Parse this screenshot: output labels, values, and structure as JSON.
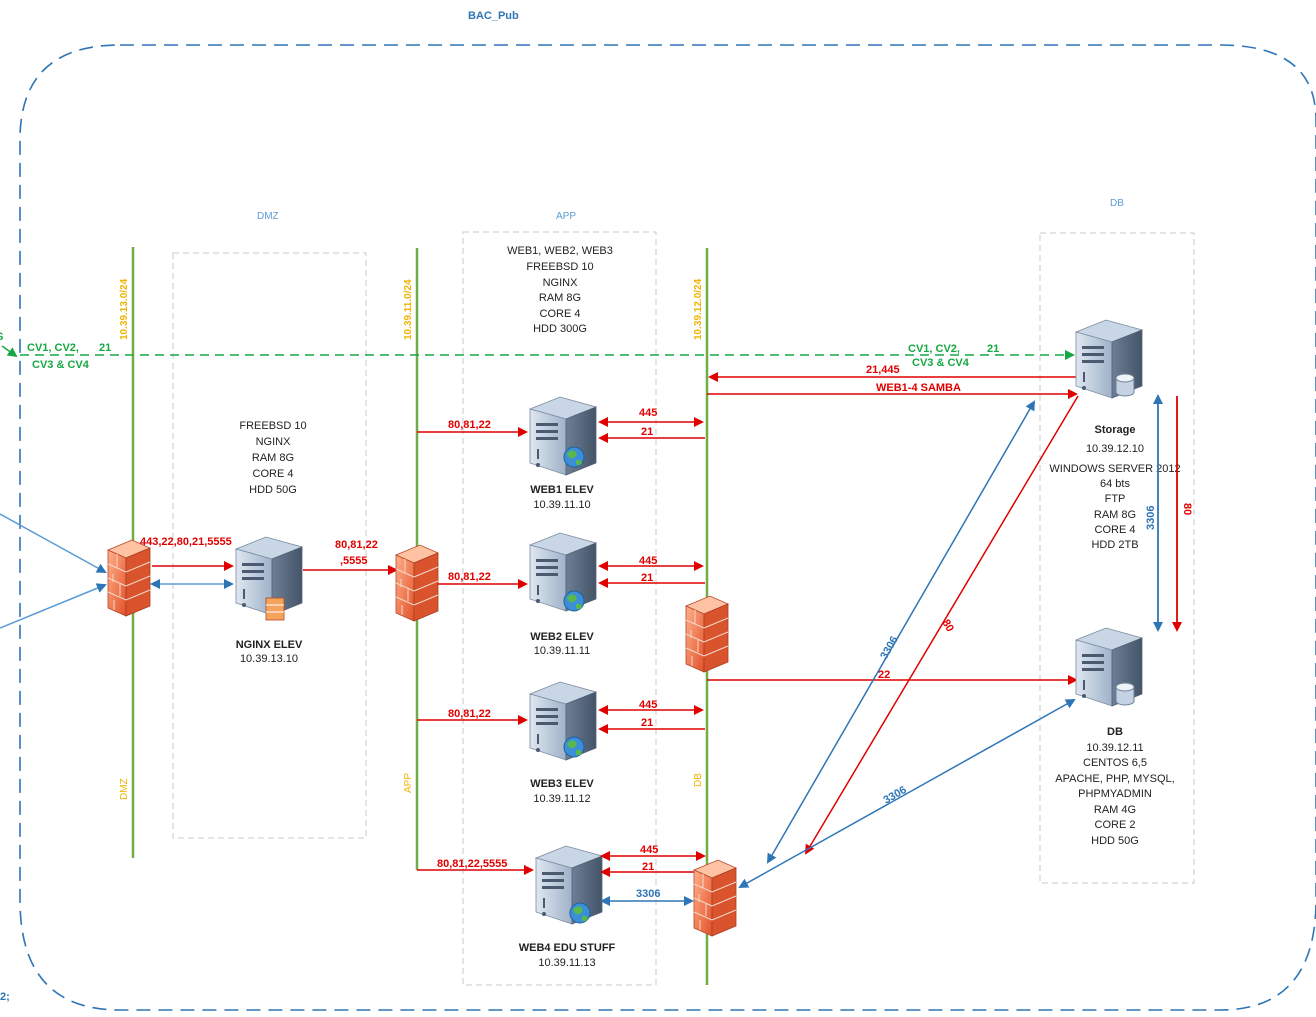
{
  "title": "BAC_Pub",
  "zones": {
    "dmz": "DMZ",
    "app": "APP",
    "db": "DB"
  },
  "subnets": {
    "dmz": "10.39.13.0/24",
    "app": "10.39.11.0/24",
    "db": "10.39.12.0/24"
  },
  "bottom_zone_labels": {
    "dmz": "DMZ",
    "app": "APP",
    "db": "DB"
  },
  "nginx_specs": [
    "FREEBSD 10",
    "NGINX",
    "RAM 8G",
    "CORE 4",
    "HDD 50G"
  ],
  "app_specs": [
    "WEB1, WEB2, WEB3",
    "FREEBSD 10",
    "NGINX",
    "RAM 8G",
    "CORE 4",
    "HDD 300G"
  ],
  "servers": {
    "nginx": {
      "name": "NGINX  ELEV",
      "ip": "10.39.13.10"
    },
    "web1": {
      "name": "WEB1 ELEV",
      "ip": "10.39.11.10"
    },
    "web2": {
      "name": "WEB2  ELEV",
      "ip": "10.39.11.11"
    },
    "web3": {
      "name": "WEB3  ELEV",
      "ip": "10.39.11.12"
    },
    "web4": {
      "name": "WEB4 EDU STUFF",
      "ip": "10.39.11.13"
    },
    "storage": {
      "name": "Storage",
      "ip": "10.39.12.10",
      "specs": [
        "WINDOWS SERVER 2012",
        "64 bts",
        "FTP",
        "RAM 8G",
        "CORE 4",
        "HDD 2TB"
      ]
    },
    "db": {
      "name": "DB",
      "ip": "10.39.12.11",
      "specs": [
        "CENTOS 6,5",
        "APACHE, PHP, MYSQL,",
        "PHPMYADMIN",
        "RAM 4G",
        "CORE 2",
        "HDD 50G"
      ]
    }
  },
  "ports": {
    "fw_in": "443,22,80,21,5555",
    "nginx_to_app_1": "80,81,22",
    "nginx_to_app_2": ",5555",
    "web1_in": "80,81,22",
    "web2_in": "80,81,22",
    "web3_in": "80,81,22",
    "web4_in": "80,81,22,5555",
    "smb": "445",
    "ftp": "21",
    "mysql": "3306",
    "storage_in": "21,445",
    "samba": "WEB1-4  SAMBA",
    "cv_left_1": "CV1, CV2,",
    "cv_left_2": "CV3 & CV4",
    "cv_left_port": "21",
    "cv_right_1": "CV1, CV2,",
    "cv_right_2": "CV3 & CV4",
    "cv_right_port": "21",
    "db_ssh": "22",
    "mysql_vert": "3306",
    "port_80_vert": "80",
    "port_80_diag": "80",
    "mysql_diag_1": "3306",
    "mysql_diag_2": "3306"
  },
  "edge_fragments": {
    "left_top": "S",
    "left_bottom": "2;"
  }
}
